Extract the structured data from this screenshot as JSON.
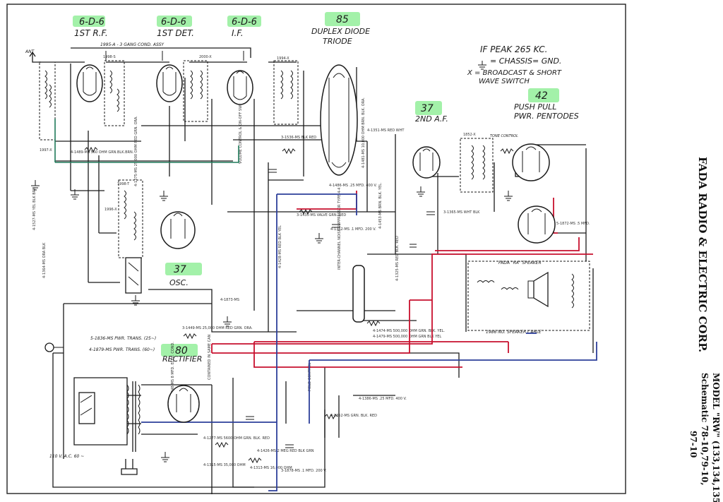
{
  "company": "FADA RADIO & ELECTRIC CORP.",
  "model_line": "MODEL \"RW\" (133,134,135",
  "schematic_line": "Schematic 78-10,79-10,",
  "schematic_line2": "97-10",
  "notes": {
    "if_peak": "IF PEAK 265 KC.",
    "chassis": "= CHASSIS= GND.",
    "switch_note_1": "X = BROADCAST & SHORT",
    "switch_note_2": "WAVE SWITCH"
  },
  "tubes": {
    "rf": {
      "type": "6-D-6",
      "function": "1ST R.F."
    },
    "det": {
      "type": "6-D-6",
      "function": "1ST DET."
    },
    "if": {
      "type": "6-D-6",
      "function": "I.F."
    },
    "duplex": {
      "type": "85",
      "function_1": "DUPLEX DIODE",
      "function_2": "TRIODE"
    },
    "af2": {
      "type": "37",
      "function": "2ND A.F."
    },
    "pp": {
      "type": "42",
      "function_1": "PUSH PULL",
      "function_2": "PWR. PENTODES"
    },
    "osc": {
      "type": "37",
      "function": "OSC."
    },
    "rect": {
      "type": "80",
      "function": "RECTIFIER"
    }
  },
  "labels": {
    "ant": "ANT",
    "gang_cond": "1995-A - 3 GANG COND. ASSY",
    "coil_1998": "1998-S",
    "coil_2000": "2000-X",
    "coil_1994": "1994-X",
    "coil_1997": "1997-X",
    "coil_1996": "1996-X",
    "coil_1998t": "1998-T",
    "coil_1852": "1852-X",
    "speaker": "FADA \"RA\" SPEAKER",
    "speaker_cable": "1986 NO. SPEAKER CABLE",
    "pwr_trans_25": "5-1836-MS PWR. TRANS. (25~)",
    "pwr_trans_60": "4-1879-MS PWR. TRANS. (60~)",
    "ac_line": "110 V. A.C. 60 ~",
    "tone_control": "TONE CONTROL",
    "volume_control": "VOLUME CONTROL & ON-OFF SWITCH - 1MEG",
    "inter_channel": "INTER-CHANNEL NOISE SUPPRESSOR TYPE-4-4",
    "resistor_grn_blk": "4-1489-MS 560 OHM GRN.BLK.BRN.",
    "resistor_yel_blk": "4-1527-MS YEL BLK BRN",
    "resistor_blk_red": "3-1536-MS BLK RED",
    "resistor_red_wht": "4-1351-MS RED WHT",
    "resistor_wht_blk": "3-1365-MS WHT BLK",
    "resistor_grn_blk_yel": "4-1474-MS 500,000 OHM GRN. BLK. YEL.",
    "resistor_ora_blk": "4-1364-MS ORA BLK",
    "cond_1362": "4-1362-MS .1 MFD. 200 V.",
    "cond_1486": "4-1486-MS .25 MFD. 400 V.",
    "cond_1386": "4-1386-MS .25 MFD. 400 V.",
    "cond_1872": "5-1872-MS .5 MFD.",
    "cond_elec": "5-1448-MS 8 MFD. ELEC. COND.",
    "cond_1313": "4-1313-MS 16,000 OHM",
    "cond_1878": "3-1878-MS .1 MFD. 200 V.",
    "cond_1873": "4-1873-MS",
    "gnd_blk_red": "4-1352-MS GRN. BLK. RED",
    "resistor_1277": "4-1277-MS 5600 OHM GRN. BLK. RED",
    "resistor_1426": "4-1426-MS 2 MEG RED BLK GRN",
    "resistor_1428": "4-1428-MS RED BLK YEL",
    "resistor_1435": "3-1435-MS VALVE GRN. RED",
    "resistor_1375": "4-1375-MS 25,000 OHM RED GRN. ORA.",
    "resistor_1481": "4-1481-MS 10,000 OHM BRN. BLK. ORA.",
    "resistor_1453": "4-1453-MS BRN. BLK. YEL.",
    "resistor_1325": "4-1325-MS RED BLK. RED",
    "resistor_1449": "3-1449-MS 25,000 OHM RED GRN. ORA.",
    "resistor_1479": "4-1479-MS 500,000 OHM GRN BLK YEL",
    "resistor_1315": "4-1315-MS 35,000 OHM",
    "cont_same_can": "CONTAINED IN SAME CAN",
    "field_cond": "FIELD CONTROL"
  },
  "colors": {
    "highlight": "#93ef9a",
    "plus_b_red": "#c8102e",
    "bias_blue": "#2d3f9a",
    "avc_green": "#1f7a5a",
    "ink": "#1a1a1a"
  }
}
